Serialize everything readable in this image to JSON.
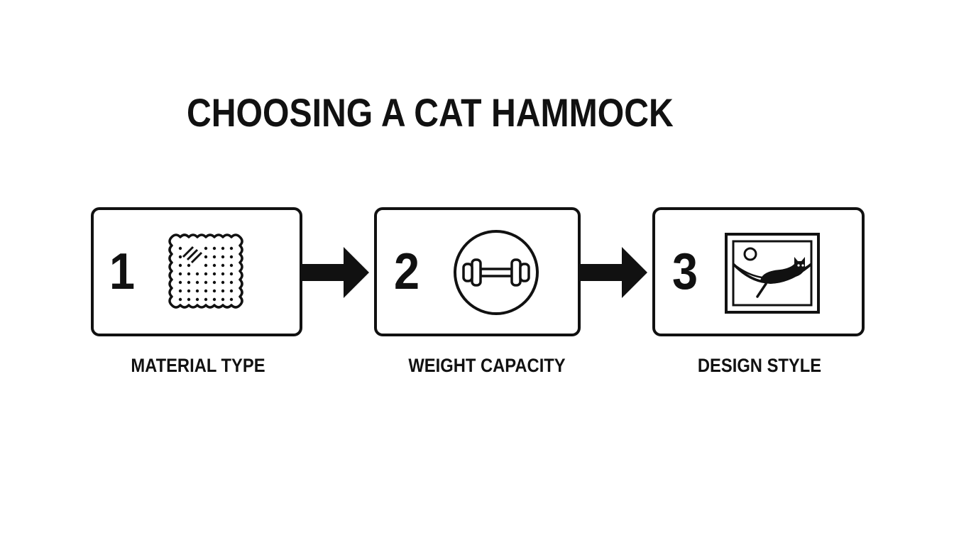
{
  "title": "CHOOSING A CAT HAMMOCK",
  "steps": [
    {
      "number": "1",
      "label": "MATERIAL TYPE",
      "icon": "fabric-swatch-icon"
    },
    {
      "number": "2",
      "label": "WEIGHT CAPACITY",
      "icon": "dumbbell-icon"
    },
    {
      "number": "3",
      "label": "DESIGN STYLE",
      "icon": "cat-hammock-picture-icon"
    }
  ],
  "colors": {
    "ink": "#111111",
    "background": "#ffffff"
  }
}
